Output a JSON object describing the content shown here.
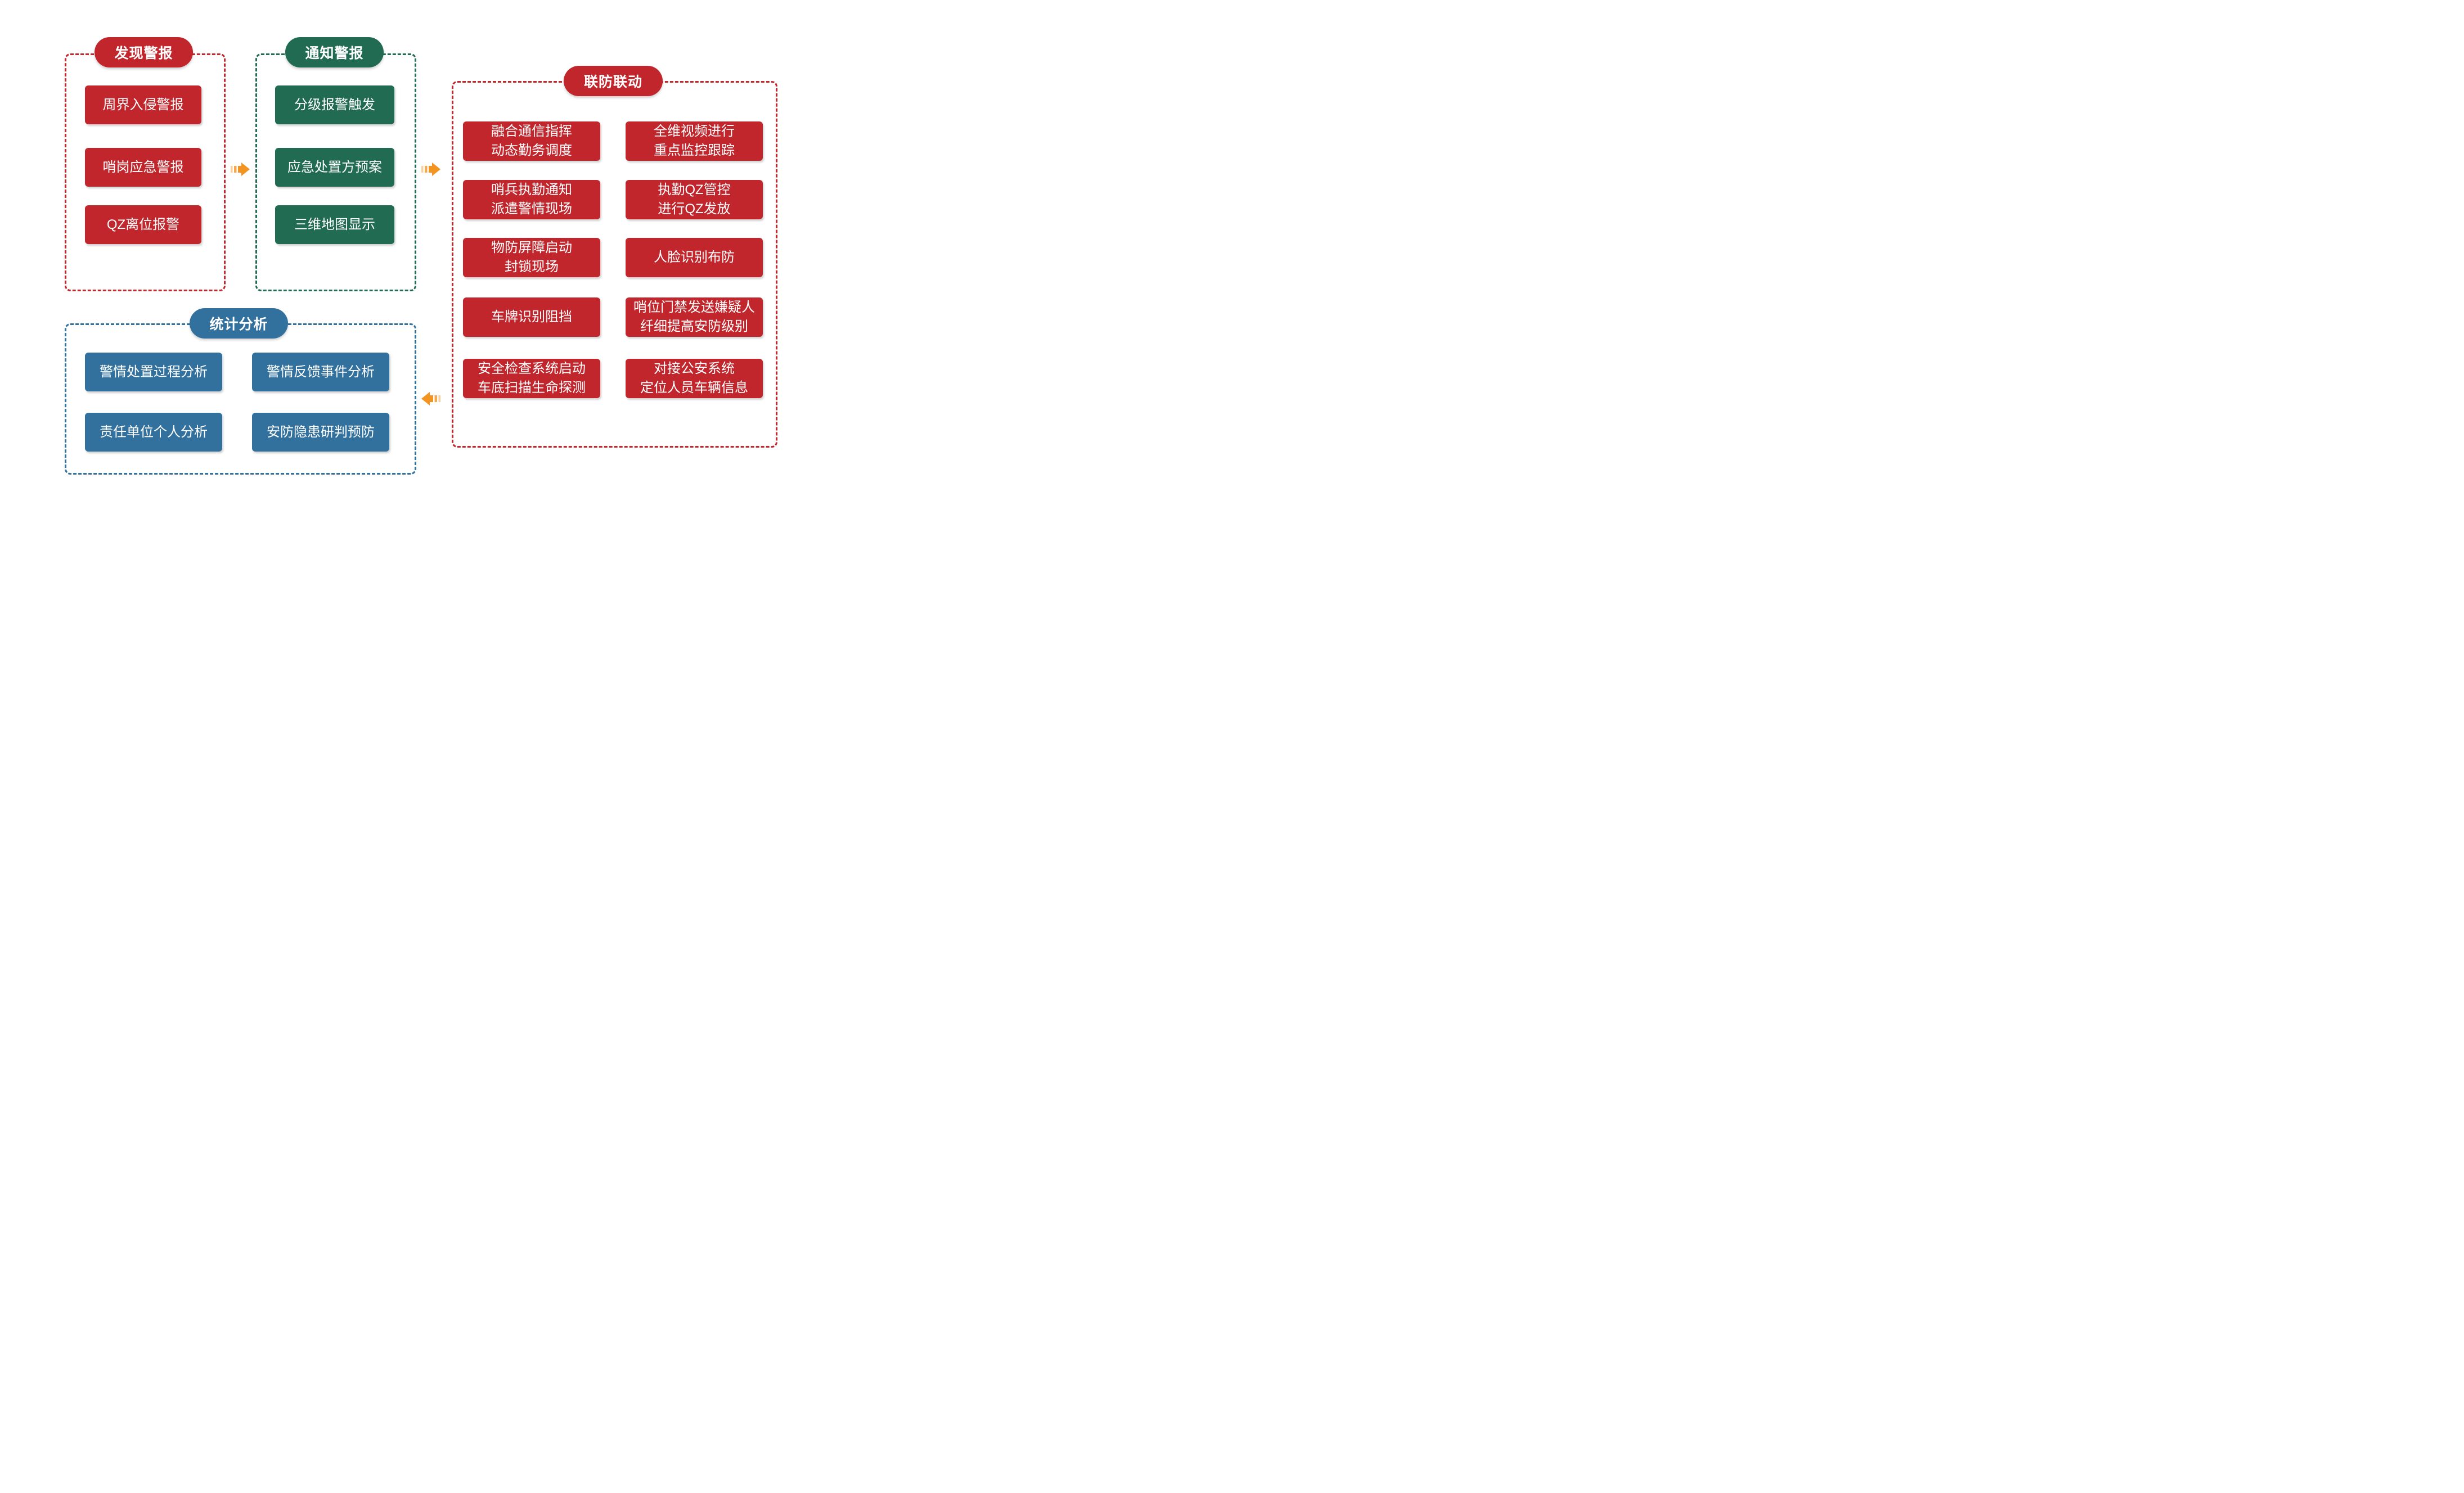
{
  "colors": {
    "red": "#C1262D",
    "green": "#206B52",
    "blue": "#32719E",
    "orange": "#F2941F",
    "background": "#FFFFFF"
  },
  "panels": {
    "discover": {
      "title": "发现警报",
      "items": [
        "周界入侵警报",
        "哨岗应急警报",
        "QZ离位报警"
      ]
    },
    "notify": {
      "title": "通知警报",
      "items": [
        "分级报警触发",
        "应急处置方预案",
        "三维地图显示"
      ]
    },
    "joint": {
      "title": "联防联动",
      "items": [
        "融合通信指挥\n动态勤务调度",
        "全维视频进行\n重点监控跟踪",
        "哨兵执勤通知\n派遣警情现场",
        "执勤QZ管控\n进行QZ发放",
        "物防屏障启动\n封锁现场",
        "人脸识别布防",
        "车牌识别阻挡",
        "哨位门禁发送嫌疑人\n纤细提高安防级别",
        "安全检查系统启动\n车底扫描生命探测",
        "对接公安系统\n定位人员车辆信息"
      ]
    },
    "stats": {
      "title": "统计分析",
      "items": [
        "警情处置过程分析",
        "警情反馈事件分析",
        "责任单位个人分析",
        "安防隐患研判预防"
      ]
    }
  },
  "arrows": [
    {
      "direction": "right"
    },
    {
      "direction": "right"
    },
    {
      "direction": "left"
    }
  ]
}
